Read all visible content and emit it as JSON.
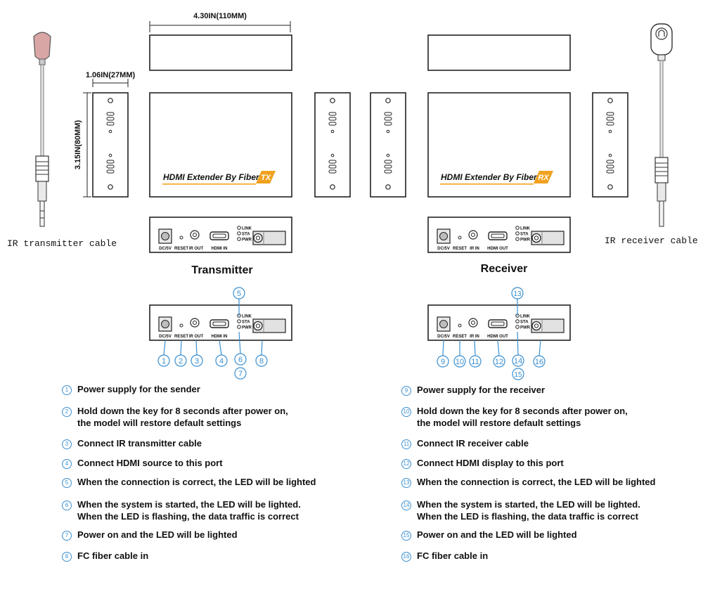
{
  "dimensions": {
    "width_label": "4.30IN(110MM)",
    "depth_label": "1.06IN(27MM)",
    "height_label": "3.15IN(80MM)"
  },
  "front_label": "HDMI Extender By Fiber",
  "tx_badge": "TX",
  "rx_badge": "RX",
  "captions": {
    "transmitter": "Transmitter",
    "receiver": "Receiver",
    "ir_tx_cable": "IR transmitter cable",
    "ir_rx_cable": "IR receiver cable"
  },
  "tx_ports": {
    "dc": "DC/5V",
    "reset": "RESET",
    "ir": "IR OUT",
    "hdmi": "HDMI IN"
  },
  "rx_ports": {
    "dc": "DC/5V",
    "reset": "RESET",
    "ir": "IR IN",
    "hdmi": "HDMI OUT"
  },
  "leds": [
    "LINK",
    "STA",
    "PWR"
  ],
  "callouts_tx": [
    "1",
    "2",
    "3",
    "4",
    "5",
    "6",
    "7",
    "8"
  ],
  "callouts_rx": [
    "9",
    "10",
    "11",
    "12",
    "13",
    "14",
    "15",
    "16"
  ],
  "legend_tx": [
    {
      "num": "1",
      "line1": "Power supply for the sender",
      "line2": ""
    },
    {
      "num": "2",
      "line1": "Hold down the key for 8 seconds after power on,",
      "line2": "the model will restore default settings"
    },
    {
      "num": "3",
      "line1": "Connect IR transmitter cable",
      "line2": ""
    },
    {
      "num": "4",
      "line1": "Connect HDMI source to this port",
      "line2": ""
    },
    {
      "num": "5",
      "line1": "When the connection is correct, the LED will be lighted",
      "line2": ""
    },
    {
      "num": "6",
      "line1": "When the system is started, the LED will be lighted.",
      "line2": "When the LED is flashing, the data traffic is correct"
    },
    {
      "num": "7",
      "line1": "Power on and the LED will be lighted",
      "line2": ""
    },
    {
      "num": "8",
      "line1": "FC fiber cable in",
      "line2": ""
    }
  ],
  "legend_rx": [
    {
      "num": "9",
      "line1": "Power supply for the receiver",
      "line2": ""
    },
    {
      "num": "10",
      "line1": "Hold down the key for 8 seconds after power on,",
      "line2": "the model will restore default settings"
    },
    {
      "num": "11",
      "line1": "Connect IR receiver cable",
      "line2": ""
    },
    {
      "num": "12",
      "line1": "Connect HDMI display to this port",
      "line2": ""
    },
    {
      "num": "13",
      "line1": "When the connection is correct, the LED will be lighted",
      "line2": ""
    },
    {
      "num": "14",
      "line1": "When the system is started, the LED will be lighted.",
      "line2": "When the LED is flashing, the data traffic is correct"
    },
    {
      "num": "15",
      "line1": "Power on and the LED will be lighted",
      "line2": ""
    },
    {
      "num": "16",
      "line1": "FC fiber cable in",
      "line2": ""
    }
  ],
  "colors": {
    "callout": "#3a8fd0",
    "badge": "#f0a11e",
    "tip": "#d9a6a6"
  }
}
